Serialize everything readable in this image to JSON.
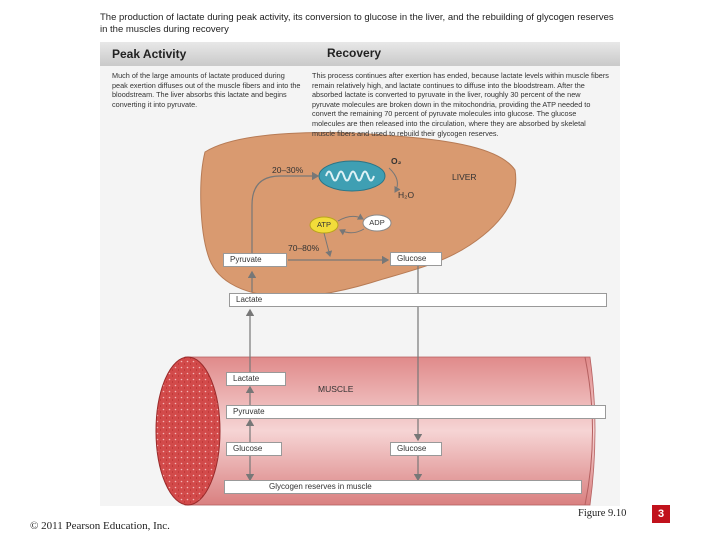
{
  "caption": "The production of lactate during peak activity, its conversion to glucose in the liver, and the rebuilding of glycogen reserves in the muscles during recovery",
  "headers": {
    "peak": "Peak Activity",
    "recovery": "Recovery"
  },
  "peak_text": "Much of the large amounts of lactate produced during peak exertion diffuses out of the muscle fibers and into the bloodstream. The liver absorbs this lactate and begins converting it into pyruvate.",
  "recovery_text": "This process continues after exertion has ended, because lactate levels within muscle fibers remain relatively high, and lactate continues to diffuse into the bloodstream. After the absorbed lactate is converted to pyruvate in the liver, roughly 30 percent of the new pyruvate molecules are broken down in the mitochondria, providing the ATP needed to convert the remaining 70 percent of pyruvate molecules into glucose. The glucose molecules are then released into the circulation, where they are absorbed by skeletal muscle fibers and used to rebuild their glycogen reserves.",
  "liver": {
    "label": "LIVER",
    "pct_left": "20–30%",
    "pct_right": "70–80%",
    "o2": "O₂",
    "h2o": "H₂O",
    "atp": "ATP",
    "adp": "ADP",
    "pyruvate": "Pyruvate",
    "glucose": "Glucose"
  },
  "blood": {
    "lactate": "Lactate"
  },
  "muscle": {
    "label": "MUSCLE",
    "lactate": "Lactate",
    "pyruvate": "Pyruvate",
    "glucose_left": "Glucose",
    "glucose_right": "Glucose",
    "glycogen": "Glycogen reserves in muscle"
  },
  "footer": {
    "copyright": "© 2011 Pearson Education, Inc.",
    "figure": "Figure 9.10",
    "page": "3"
  },
  "colors": {
    "liver": "#d99a70",
    "muscle": "#d24a4a",
    "atp": "#f2dc3a",
    "adp": "#ffffff",
    "mitochondria": "#3f9fb3",
    "badge": "#c1121c"
  }
}
